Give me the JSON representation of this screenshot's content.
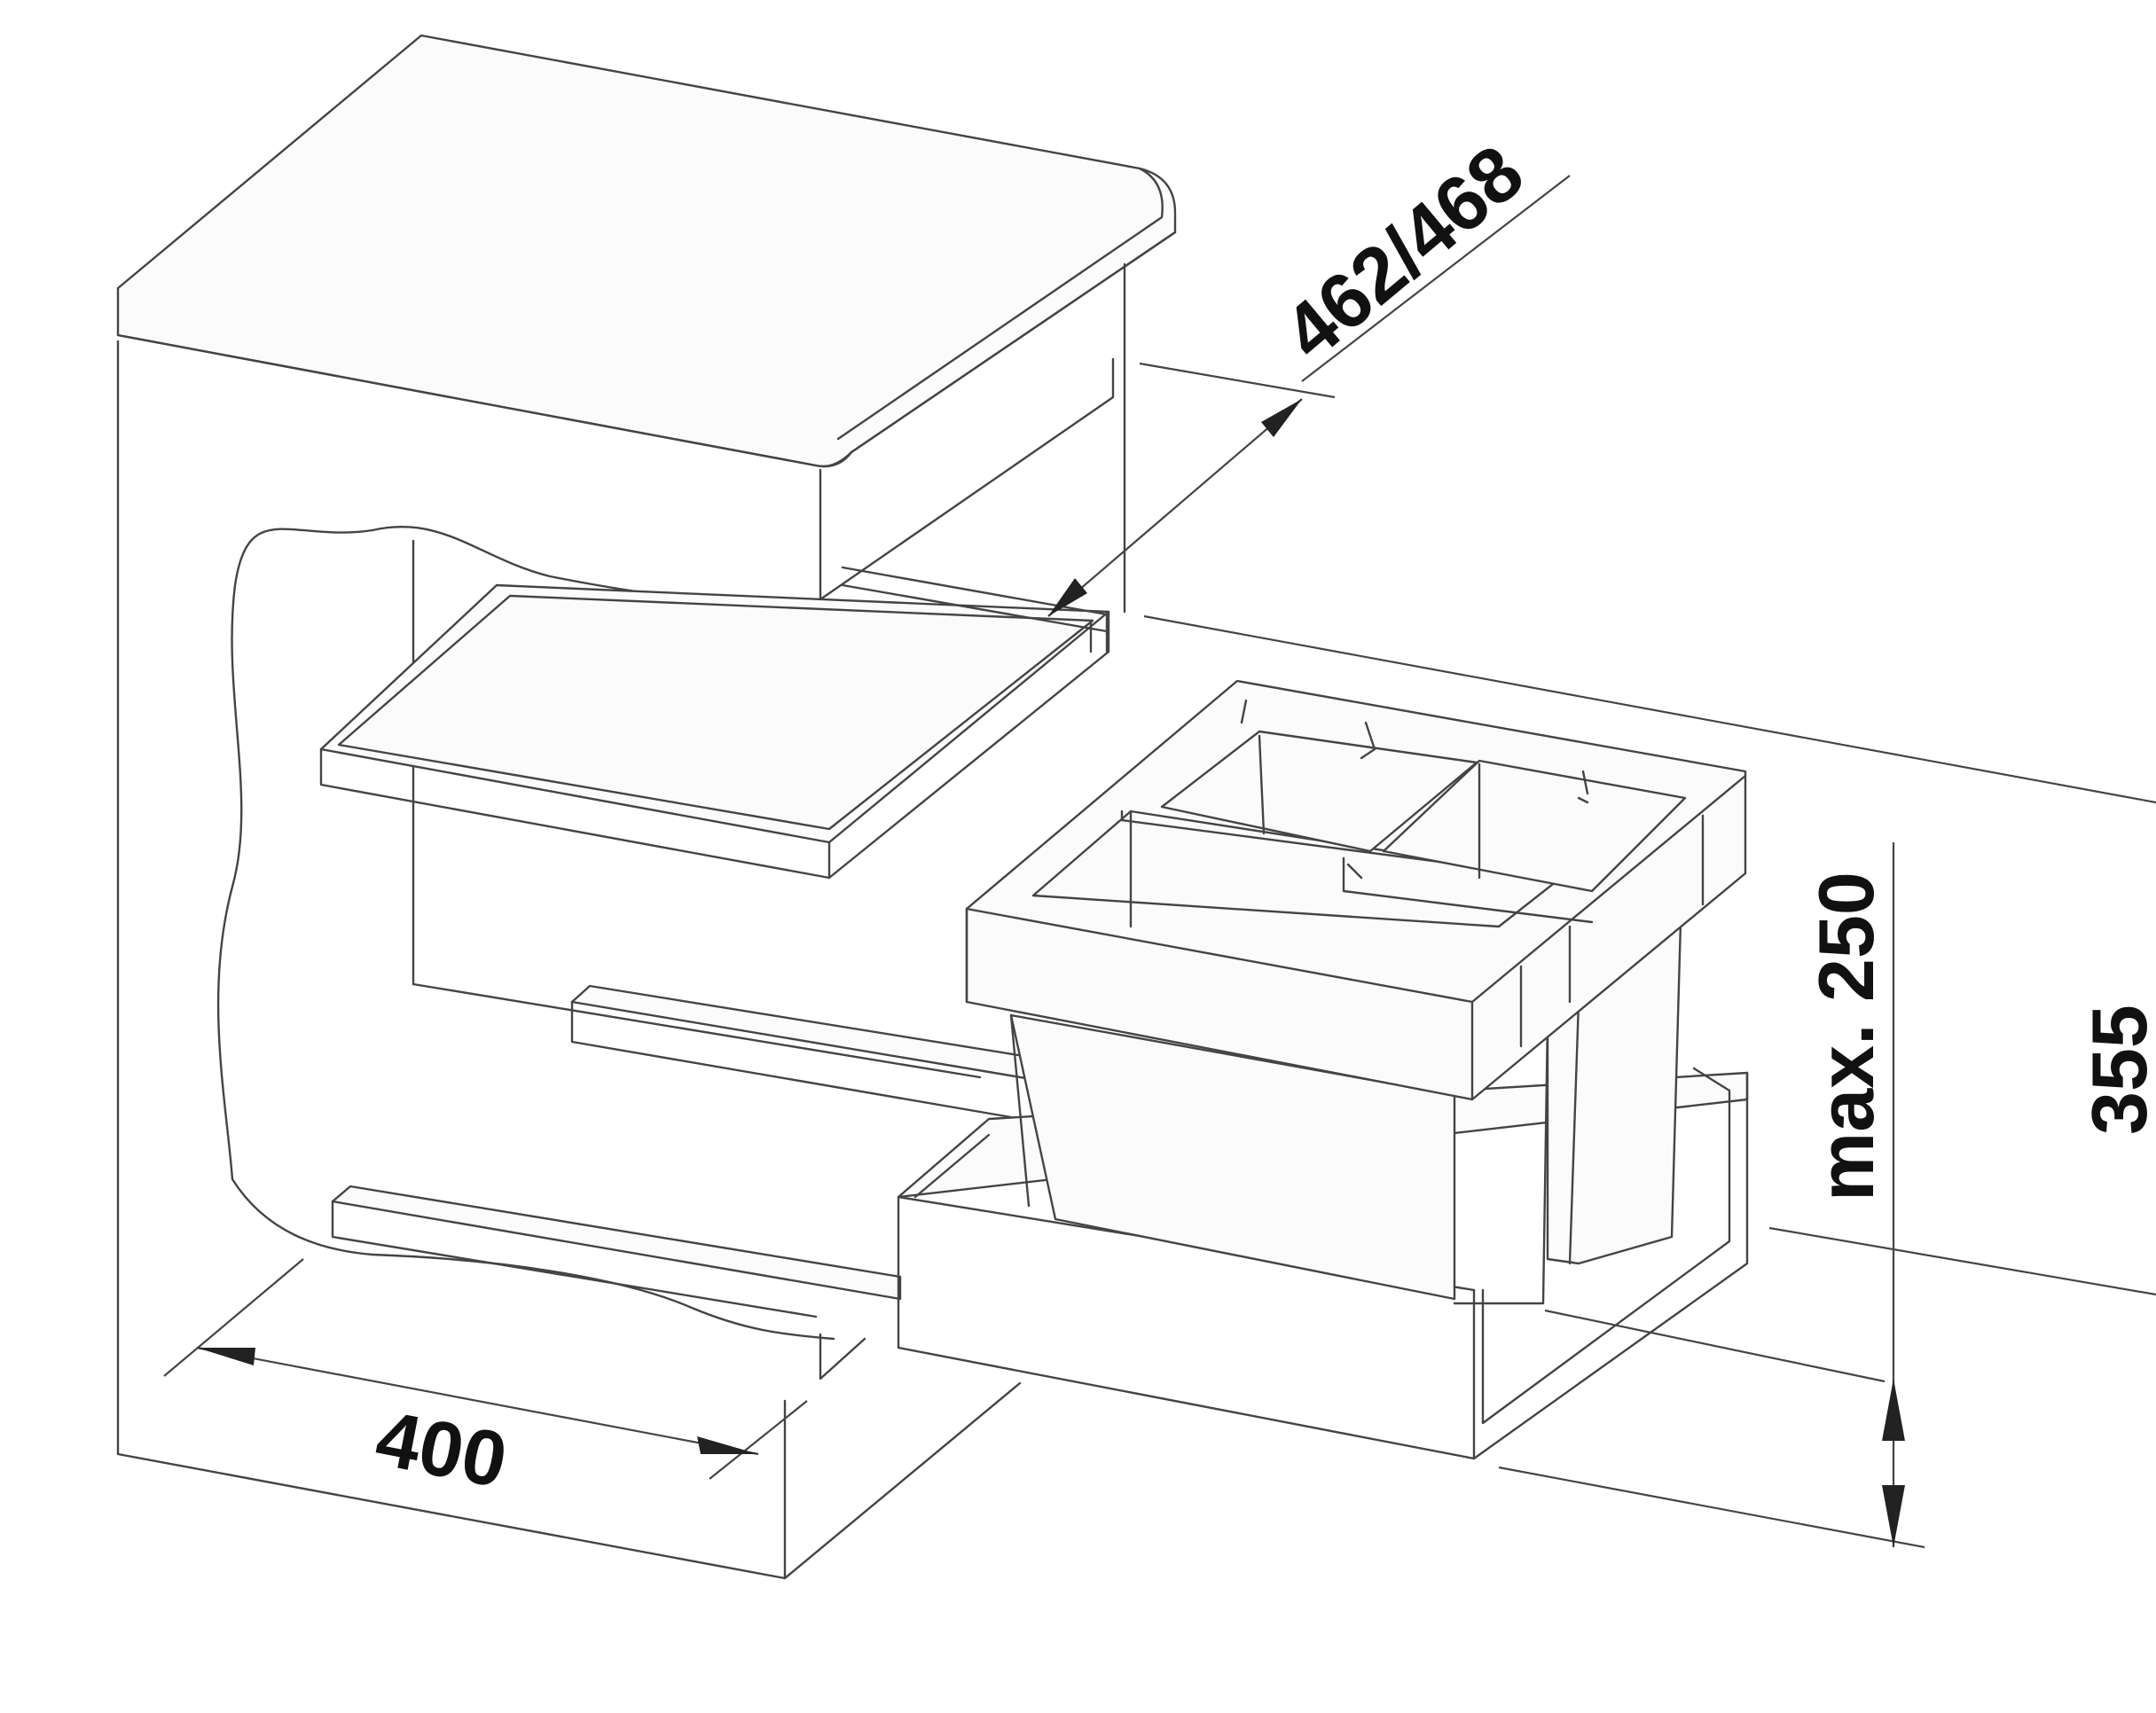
{
  "dimensions": {
    "width_label": "400",
    "depth_label": "462/468",
    "max_height_label": "max. 250",
    "height_label": "355"
  },
  "colors": {
    "line": "#444444",
    "text": "#111111",
    "background": "#ffffff"
  }
}
